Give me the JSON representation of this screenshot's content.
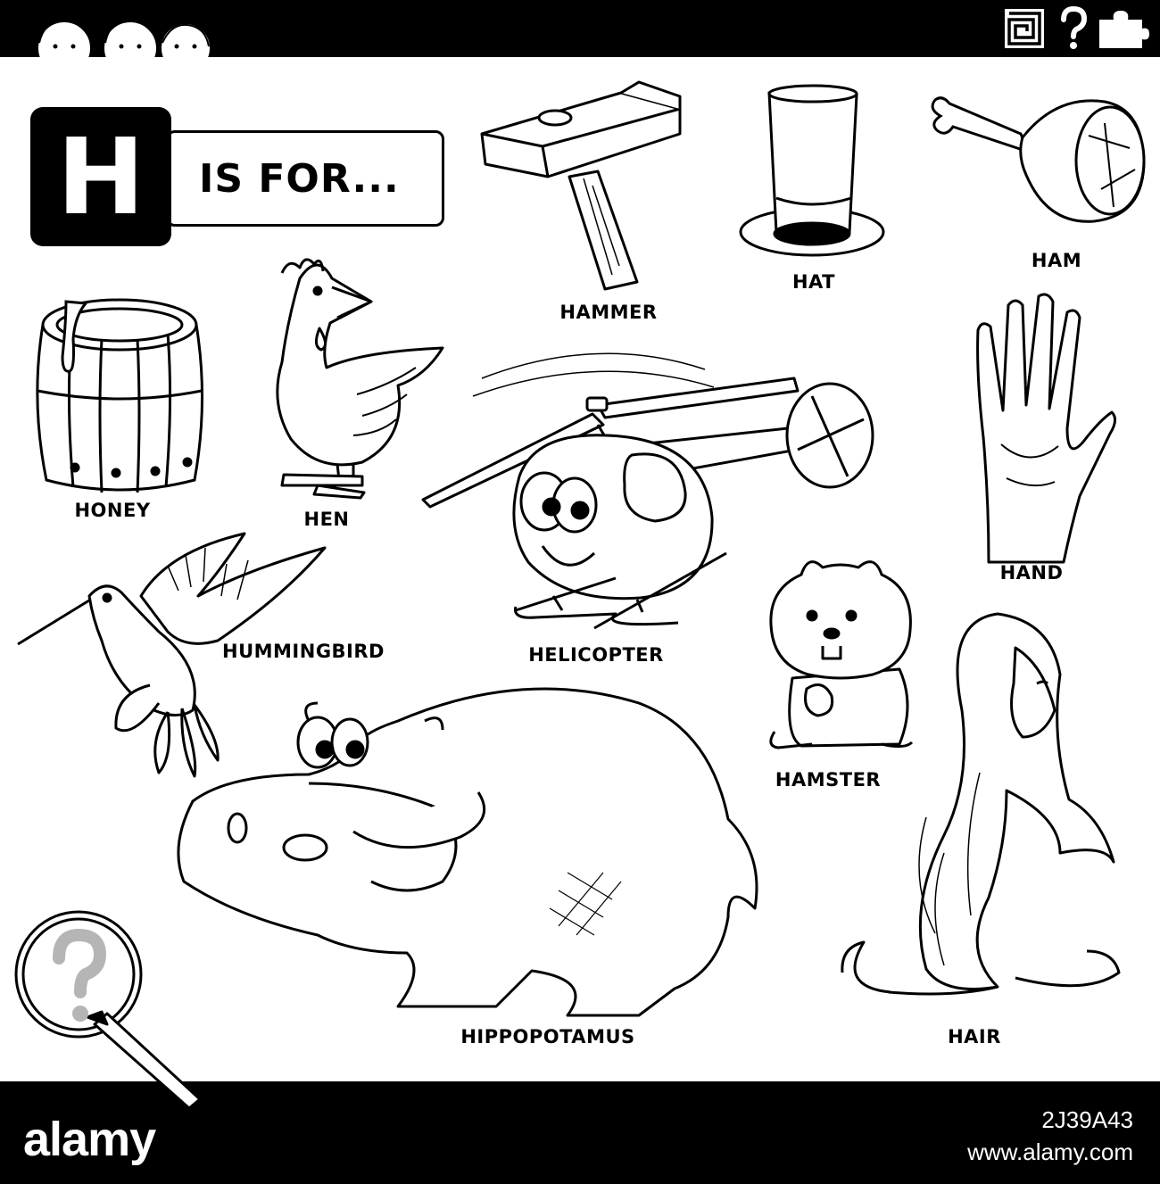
{
  "heading": {
    "letter": "H",
    "text": "IS FOR..."
  },
  "top_icons": [
    "kids-faces-icon",
    "maze-icon",
    "question-mark-icon",
    "puzzle-piece-icon"
  ],
  "words": {
    "hammer": "HAMMER",
    "hat": "HAT",
    "ham": "HAM",
    "honey": "HONEY",
    "hen": "HEN",
    "helicopter": "HELICOPTER",
    "hand": "HAND",
    "hummingbird": "HUMMINGBIRD",
    "hamster": "HAMSTER",
    "hippopotamus": "HIPPOPOTAMUS",
    "hair": "HAIR"
  },
  "watermark": {
    "logo": "alamy",
    "image_id": "2J39A43",
    "site": "www.alamy.com"
  },
  "colors": {
    "bar": "#000000",
    "paper": "#ffffff",
    "ink": "#000000",
    "search_icon_grey": "#b5b5b5"
  }
}
